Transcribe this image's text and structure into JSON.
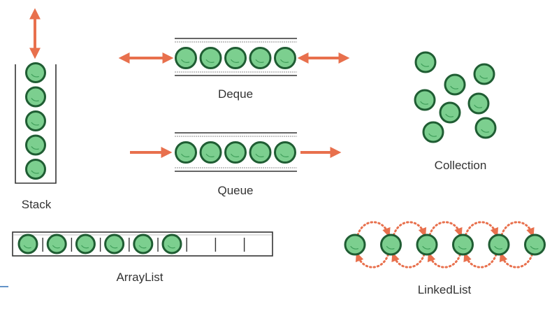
{
  "colors": {
    "ball_fill": "#7ccf8f",
    "ball_stroke": "#1f5d33",
    "ball_dark": "#3f9e5a",
    "arrow": "#e8704d",
    "dots": "#e8704d",
    "line": "#333333",
    "accent_line": "#2f6fb5"
  },
  "labels": {
    "stack": "Stack",
    "deque": "Deque",
    "queue": "Queue",
    "collection": "Collection",
    "arraylist": "ArrayList",
    "linkedlist": "LinkedList"
  },
  "structures": {
    "stack": {
      "elements": 5,
      "arrow": "bidirectional-vertical"
    },
    "deque": {
      "elements": 5,
      "arrows": "both-ends-bidirectional"
    },
    "queue": {
      "elements": 5,
      "arrows": "left-to-right"
    },
    "collection": {
      "elements": 8,
      "arrangement": "scattered"
    },
    "arraylist": {
      "filled_cells": 6,
      "empty_cells": 3
    },
    "linkedlist": {
      "nodes": 6,
      "links": "dotted-curved-bidirectional"
    }
  }
}
